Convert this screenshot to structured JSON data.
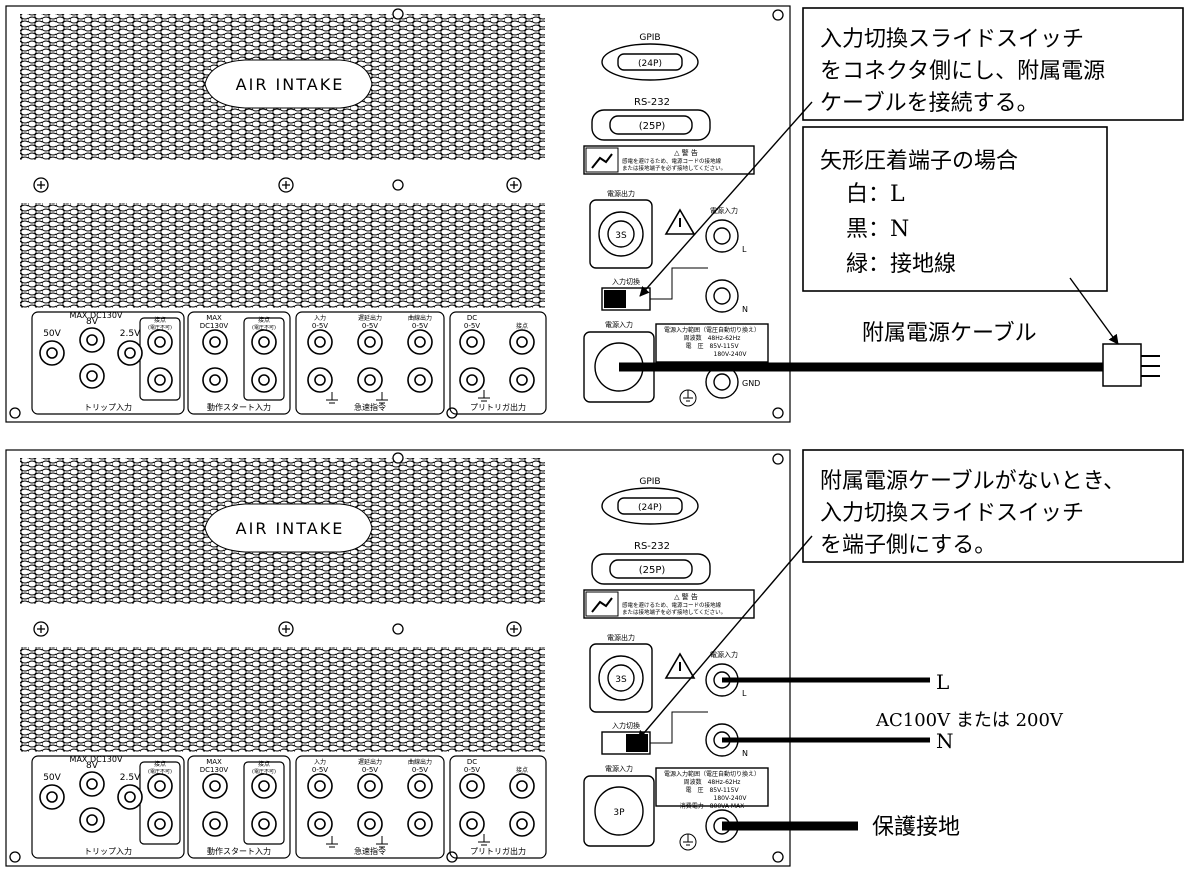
{
  "panels": [
    {
      "air_intake": "AIR INTAKE",
      "gpib_label": "GPIB",
      "gpib_pins": "(24P)",
      "rs232_label": "RS-232",
      "rs232_pins": "(25P)",
      "warning_title": "△ 警 告",
      "warning_line1": "感電を避けるため、電源コードの接地線",
      "warning_line2": "または接地端子を必ず接地してください。",
      "power_out_label": "電源出力",
      "power_out_connector": "3S",
      "power_in_top_label": "電源入力",
      "switch_label": "入力切換",
      "power_in_label": "電源入力",
      "spec_title": "電源入力範囲（電圧自動切り換え）",
      "spec_freq": "周波数　48Hz-62Hz",
      "spec_v1": "電　圧　85V-115V",
      "spec_v2": "180V-240V",
      "spec_power": "",
      "terminal_L": "L",
      "terminal_N": "N",
      "terminal_GND": "GND",
      "trip_max": "MAX  DC130V",
      "v50": "50V",
      "v8": "8V",
      "v25": "2.5V",
      "contact": "接点",
      "contact_sub": "(電圧不可)",
      "trip_caption": "トリップ入力",
      "start_max": "MAX",
      "start_dc": "DC130V",
      "start_contact": "接点",
      "start_contact_sub": "(電圧不可)",
      "start_caption": "動作スタート入力",
      "ch1": "入力",
      "ch1v": "0-5V",
      "ch2": "遅延出力",
      "ch2v": "0-5V",
      "ch3": "曲線出力",
      "ch3v": "0-5V",
      "ch_caption": "急速指令",
      "pre_dc": "DC",
      "pre_dcv": "0-5V",
      "pre_contact": "接点",
      "pre_caption": "プリトリガ出力"
    },
    {
      "air_intake": "AIR INTAKE",
      "gpib_label": "GPIB",
      "gpib_pins": "(24P)",
      "rs232_label": "RS-232",
      "rs232_pins": "(25P)",
      "warning_title": "△ 警 告",
      "warning_line1": "感電を避けるため、電源コードの接地線",
      "warning_line2": "または接地端子を必ず接地してください。",
      "power_out_label": "電源出力",
      "power_out_connector": "3S",
      "power_in_top_label": "電源入力",
      "switch_label": "入力切換",
      "power_in_label": "電源入力",
      "power_in_connector": "3P",
      "spec_title": "電源入力範囲（電圧自動切り換え）",
      "spec_freq": "周波数　48Hz-62Hz",
      "spec_v1": "電　圧　85V-115V",
      "spec_v2": "180V-240V",
      "spec_power": "消費電力　800VA MAX",
      "terminal_L": "L",
      "terminal_N": "N",
      "terminal_GND": "",
      "trip_max": "MAX  DC130V",
      "v50": "50V",
      "v8": "8V",
      "v25": "2.5V",
      "contact": "接点",
      "contact_sub": "(電圧不可)",
      "trip_caption": "トリップ入力",
      "start_max": "MAX",
      "start_dc": "DC130V",
      "start_contact": "接点",
      "start_contact_sub": "(電圧不可)",
      "start_caption": "動作スタート入力",
      "ch1": "入力",
      "ch1v": "0-5V",
      "ch2": "遅延出力",
      "ch2v": "0-5V",
      "ch3": "曲線出力",
      "ch3v": "0-5V",
      "ch_caption": "急速指令",
      "pre_dc": "DC",
      "pre_dcv": "0-5V",
      "pre_contact": "接点",
      "pre_caption": "プリトリガ出力"
    }
  ],
  "callouts": {
    "top_switch_line1": "入力切換スライドスイッチ",
    "top_switch_line2": "をコネクタ側にし、附属電源",
    "top_switch_line3": "ケーブルを接続する。",
    "crimp_title": "矢形圧着端子の場合",
    "crimp_white": "白：L",
    "crimp_black": "黒：N",
    "crimp_green": "緑：接地線",
    "cable_label": "附属電源ケーブル",
    "bottom_switch_line1": "附属電源ケーブルがないとき、",
    "bottom_switch_line2": "入力切換スライドスイッチ",
    "bottom_switch_line3": "を端子側にする。",
    "wire_L": "L",
    "wire_voltage": "AC100V または 200V",
    "wire_N": "N",
    "wire_ground": "保護接地"
  }
}
